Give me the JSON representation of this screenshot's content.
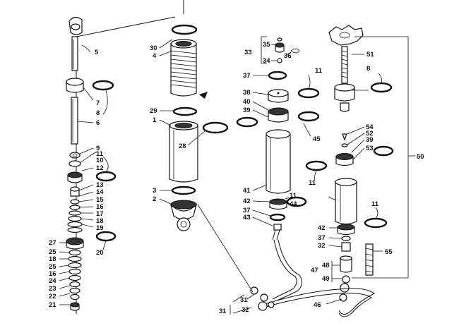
{
  "diagram": {
    "callouts": [
      {
        "id": "c5",
        "text": "5"
      },
      {
        "id": "c7",
        "text": "7"
      },
      {
        "id": "c8a",
        "text": "8"
      },
      {
        "id": "c6",
        "text": "6"
      },
      {
        "id": "c9",
        "text": "9"
      },
      {
        "id": "c11a",
        "text": "11"
      },
      {
        "id": "c10",
        "text": "10"
      },
      {
        "id": "c12",
        "text": "12"
      },
      {
        "id": "c13",
        "text": "13"
      },
      {
        "id": "c14",
        "text": "14"
      },
      {
        "id": "c15",
        "text": "15"
      },
      {
        "id": "c16a",
        "text": "16"
      },
      {
        "id": "c17",
        "text": "17"
      },
      {
        "id": "c18a",
        "text": "18"
      },
      {
        "id": "c19",
        "text": "19"
      },
      {
        "id": "c20",
        "text": "20"
      },
      {
        "id": "c27",
        "text": "27"
      },
      {
        "id": "c25a",
        "text": "25"
      },
      {
        "id": "c18b",
        "text": "18"
      },
      {
        "id": "c25b",
        "text": "25"
      },
      {
        "id": "c16b",
        "text": "16"
      },
      {
        "id": "c24",
        "text": "24"
      },
      {
        "id": "c23",
        "text": "23"
      },
      {
        "id": "c22",
        "text": "22"
      },
      {
        "id": "c21",
        "text": "21"
      },
      {
        "id": "c30",
        "text": "30"
      },
      {
        "id": "c4",
        "text": "4"
      },
      {
        "id": "c29",
        "text": "29"
      },
      {
        "id": "c1",
        "text": "1"
      },
      {
        "id": "c28",
        "text": "28"
      },
      {
        "id": "c3",
        "text": "3"
      },
      {
        "id": "c2",
        "text": "2"
      },
      {
        "id": "c33",
        "text": "33"
      },
      {
        "id": "c35",
        "text": "35"
      },
      {
        "id": "c34",
        "text": "34"
      },
      {
        "id": "c36",
        "text": "36"
      },
      {
        "id": "c37a",
        "text": "37"
      },
      {
        "id": "c11b",
        "text": "11"
      },
      {
        "id": "c38",
        "text": "38"
      },
      {
        "id": "c40",
        "text": "40"
      },
      {
        "id": "c39a",
        "text": "39"
      },
      {
        "id": "c45",
        "text": "45"
      },
      {
        "id": "c41",
        "text": "41"
      },
      {
        "id": "c11c",
        "text": "11"
      },
      {
        "id": "c42a",
        "text": "42"
      },
      {
        "id": "c44",
        "text": "44"
      },
      {
        "id": "c37b",
        "text": "37"
      },
      {
        "id": "c43",
        "text": "43"
      },
      {
        "id": "c8b",
        "text": "8"
      },
      {
        "id": "c51",
        "text": "51"
      },
      {
        "id": "c54",
        "text": "54"
      },
      {
        "id": "c52",
        "text": "52"
      },
      {
        "id": "c39b",
        "text": "39"
      },
      {
        "id": "c53",
        "text": "53"
      },
      {
        "id": "c50",
        "text": "50"
      },
      {
        "id": "c11d",
        "text": "11"
      },
      {
        "id": "c11e",
        "text": "11"
      },
      {
        "id": "c42b",
        "text": "42"
      },
      {
        "id": "c37c",
        "text": "37"
      },
      {
        "id": "c32a",
        "text": "32"
      },
      {
        "id": "c48",
        "text": "48"
      },
      {
        "id": "c47",
        "text": "47"
      },
      {
        "id": "c49",
        "text": "49"
      },
      {
        "id": "c55",
        "text": "55"
      },
      {
        "id": "c46",
        "text": "46"
      },
      {
        "id": "c31a",
        "text": "31"
      },
      {
        "id": "c31b",
        "text": "31"
      },
      {
        "id": "c32b",
        "text": "32"
      }
    ]
  }
}
